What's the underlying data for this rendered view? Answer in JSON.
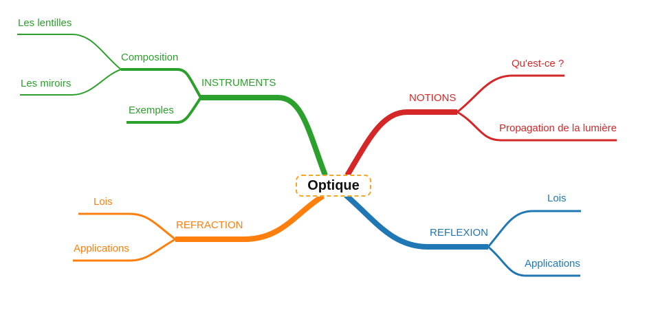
{
  "root": {
    "label": "Optique",
    "border_color": "#f5a623"
  },
  "colors": {
    "instruments": "#2ca02c",
    "notions": "#d62728",
    "refraction": "#ff7f0e",
    "reflexion": "#1f77b4"
  },
  "branches": {
    "instruments": {
      "label": "INSTRUMENTS",
      "composition": {
        "label": "Composition",
        "children": [
          "Les lentilles",
          "Les miroirs"
        ]
      },
      "exemples": {
        "label": "Exemples"
      }
    },
    "notions": {
      "label": "NOTIONS",
      "children": [
        "Qu'est-ce ?",
        "Propagation de la lumière"
      ]
    },
    "refraction": {
      "label": "REFRACTION",
      "children": [
        "Lois",
        "Applications"
      ]
    },
    "reflexion": {
      "label": "REFLEXION",
      "children": [
        "Lois",
        "Applications"
      ]
    }
  }
}
